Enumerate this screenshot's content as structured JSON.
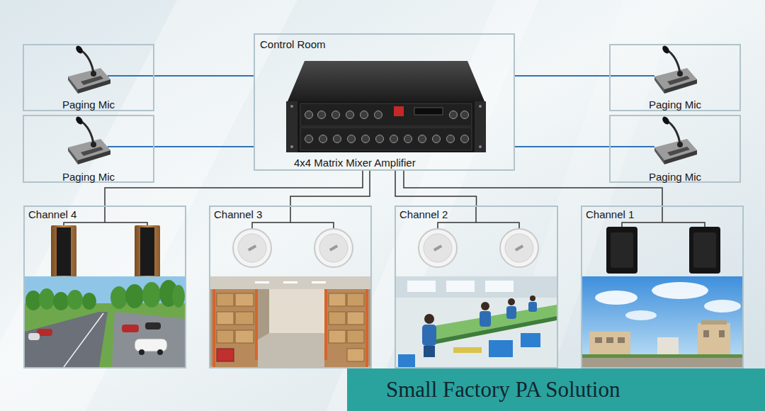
{
  "diagram": {
    "title": "Small Factory PA Solution",
    "nodes": [
      {
        "text": [
          "Control Room",
          "4x4 Matrix Mixer Amplifier"
        ]
      },
      {
        "text": [
          "Paging Mic"
        ]
      },
      {
        "text": [
          "Paging Mic"
        ]
      },
      {
        "text": [
          "Paging Mic"
        ]
      },
      {
        "text": [
          "Paging Mic"
        ]
      },
      {
        "text": [
          "Channel 4"
        ]
      },
      {
        "text": [
          "Channel 3"
        ]
      },
      {
        "text": [
          "Channel 2"
        ]
      },
      {
        "text": [
          "Channel 1"
        ]
      }
    ],
    "edges": [
      {
        "from": 1,
        "to": 0,
        "arrow": "none"
      },
      {
        "from": 2,
        "to": 0,
        "arrow": "none"
      },
      {
        "from": 3,
        "to": 0,
        "arrow": "none"
      },
      {
        "from": 4,
        "to": 0,
        "arrow": "none"
      },
      {
        "from": 0,
        "to": 5,
        "arrow": "none"
      },
      {
        "from": 0,
        "to": 6,
        "arrow": "none"
      },
      {
        "from": 0,
        "to": 7,
        "arrow": "none"
      },
      {
        "from": 0,
        "to": 8,
        "arrow": "none"
      }
    ]
  }
}
